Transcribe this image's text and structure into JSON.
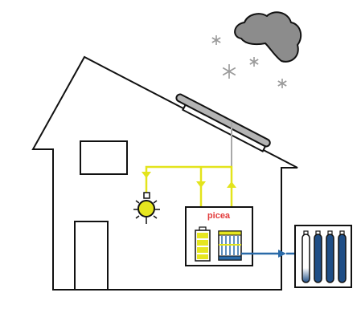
{
  "brand": {
    "label": "picea"
  },
  "colors": {
    "outline": "#111111",
    "power_line": "#e3e41c",
    "bulb_fill": "#e6e61f",
    "hydrogen_line": "#2a6aa8",
    "tank_fill": "#1f4e86",
    "cloud_fill": "#8c8c8c",
    "panel_fill": "#b4b4b4",
    "snow": "#9a9a9a",
    "brand_text": "#e23b3b",
    "cable": "#a8a8a8"
  },
  "icons": {
    "cloud": "cloud-icon",
    "snow": "snowflake-icon",
    "bulb": "light-bulb-icon",
    "battery": "battery-icon",
    "electrolyser": "electrolyser-icon",
    "tanks": "hydrogen-tank-icon"
  },
  "storage": {
    "tank_count": 4,
    "first_tank_fill_level": 0.3
  }
}
